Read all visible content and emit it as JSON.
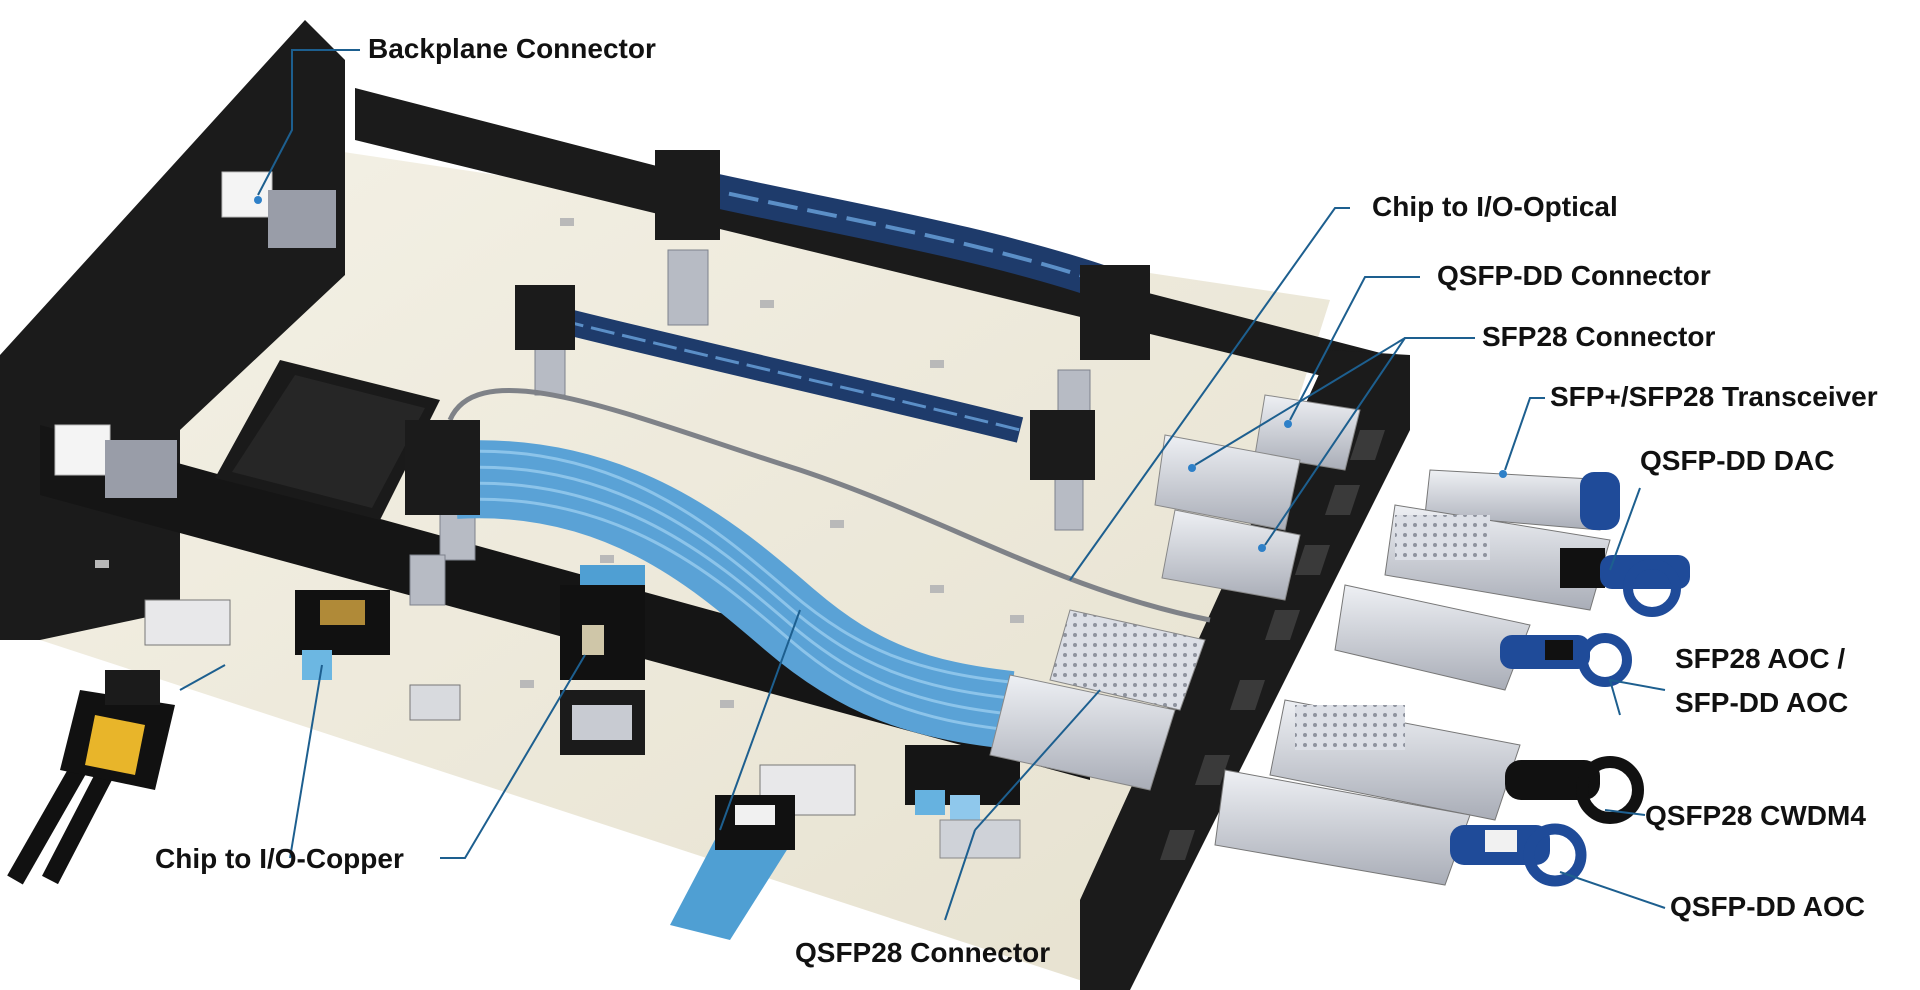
{
  "labels": {
    "backplane_connector": "Backplane Connector",
    "chip_to_io_optical": "Chip to I/O-Optical",
    "qsfp_dd_connector": "QSFP-DD Connector",
    "sfp28_connector": "SFP28 Connector",
    "sfp_sfp28_transceiver": "SFP+/SFP28 Transceiver",
    "qsfp_dd_dac": "QSFP-DD DAC",
    "sfp28_aoc_line1": "SFP28 AOC /",
    "sfp28_aoc_line2": "SFP-DD AOC",
    "qsfp28_cwdm4": "QSFP28 CWDM4",
    "qsfp_dd_aoc": "QSFP-DD AOC",
    "chip_to_io_copper": "Chip to I/O-Copper",
    "qsfp28_connector": "QSFP28 Connector"
  },
  "colors": {
    "chassis": "#1b1b1b",
    "board": "#efebdd",
    "cable_blue": "#5aa2d6",
    "cable_navy": "#1e3b6b",
    "module_silver": "#c9ccd4",
    "pull_tab_blue": "#1f4b99",
    "latch_yellow": "#e8b52a",
    "leader_line": "#1d5f8f"
  }
}
